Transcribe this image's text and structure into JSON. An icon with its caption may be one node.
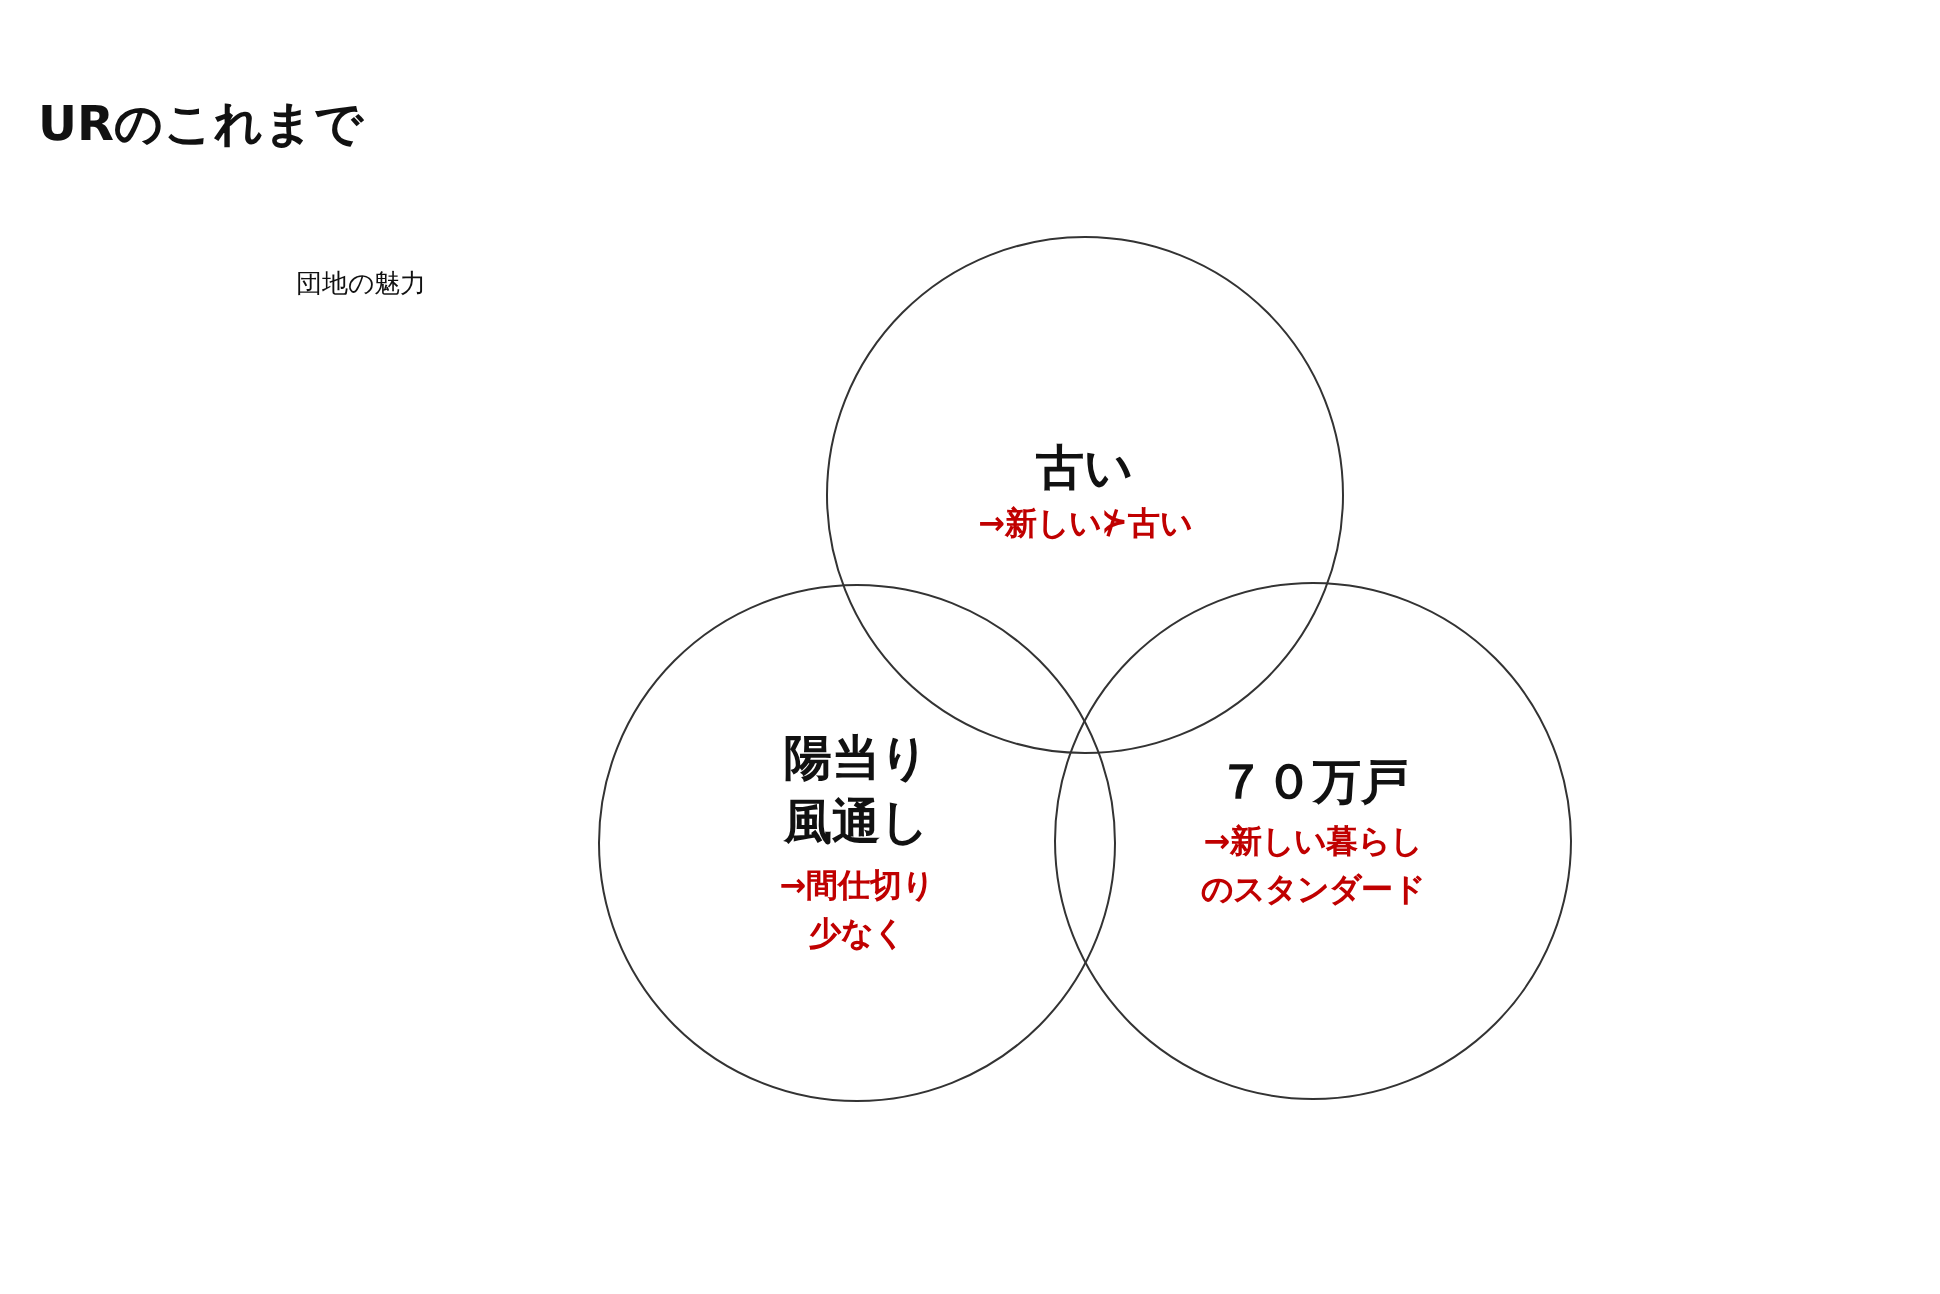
{
  "diagram": {
    "title": "URのこれまで",
    "nodes": [
      {
        "text": [
          "古い",
          "→新しい⊁古い"
        ]
      },
      {
        "text": [
          "陽当り風通し",
          "→間仕切り少なく"
        ]
      },
      {
        "text": [
          "７０万戸",
          "→新しい暮らしのスタンダード"
        ]
      }
    ],
    "labels": [
      "団地の魅力"
    ]
  }
}
